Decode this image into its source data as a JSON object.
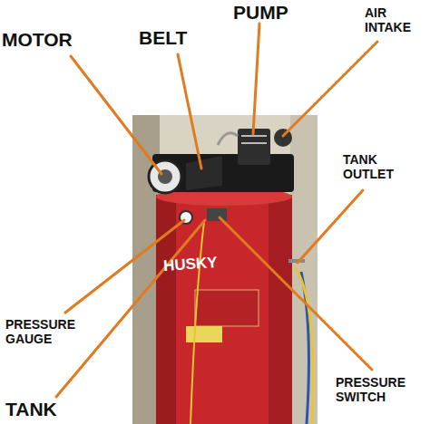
{
  "diagram": {
    "labels": [
      "MOTOR",
      "BELT",
      "PUMP",
      "AIR INTAKE",
      "TANK OUTLET",
      "PRESSURE GAUGE",
      "TANK",
      "PRESSURE SWITCH",
      "HUSKY"
    ]
  }
}
